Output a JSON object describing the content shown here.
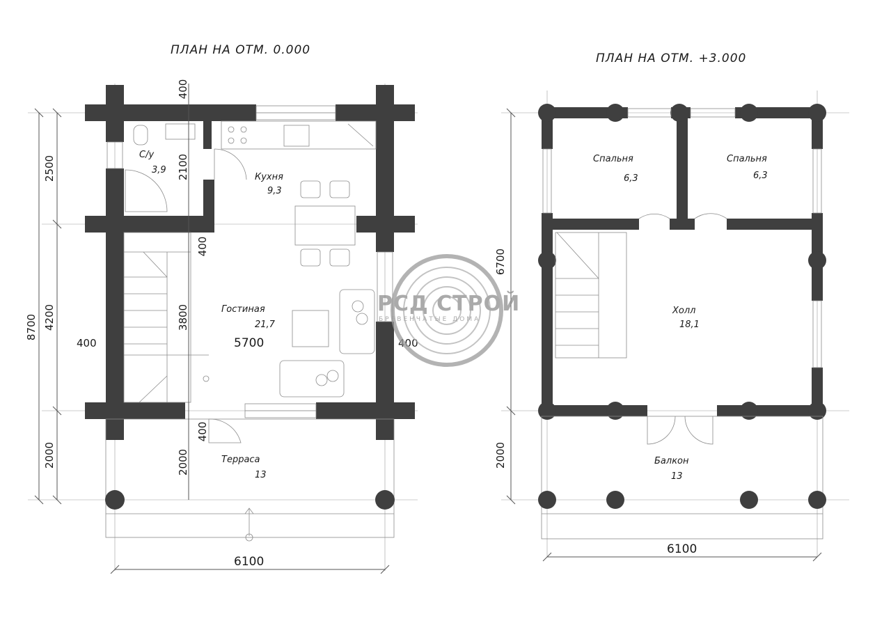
{
  "plans": [
    {
      "title": "ПЛАН НА ОТМ. 0.000",
      "rooms": [
        {
          "name": "С/у",
          "area": "3,9"
        },
        {
          "name": "Кухня",
          "area": "9,3"
        },
        {
          "name": "Гостиная",
          "area": "21,7"
        },
        {
          "name": "Терраса",
          "area": "13"
        }
      ],
      "dimensions": {
        "total_height": "8700",
        "segment_top": "2500",
        "segment_mid": "4200",
        "segment_bottom": "2000",
        "wall_top": "400",
        "bath_depth": "2100",
        "wall_mid": "400",
        "stair_depth": "3800",
        "wall_bottom": "400",
        "terrace_depth": "2000",
        "wall_left": "400",
        "wall_right": "400",
        "inner_width": "5700",
        "total_width": "6100"
      }
    },
    {
      "title": "ПЛАН НА ОТМ. +3.000",
      "rooms": [
        {
          "name": "Спальня",
          "area": "6,3"
        },
        {
          "name": "Спальня",
          "area": "6,3"
        },
        {
          "name": "Холл",
          "area": "18,1"
        },
        {
          "name": "Балкон",
          "area": "13"
        }
      ],
      "dimensions": {
        "height_main": "6700",
        "height_balcony": "2000",
        "total_width": "6100"
      }
    }
  ],
  "watermark": {
    "brand": "РСД СТРОЙ",
    "tagline": "БРЕВЕНЧАТЫЕ ДОМА"
  },
  "colors": {
    "walls": "#3f3f3f",
    "lines": "#555555",
    "watermark": "#8e8e8e"
  }
}
